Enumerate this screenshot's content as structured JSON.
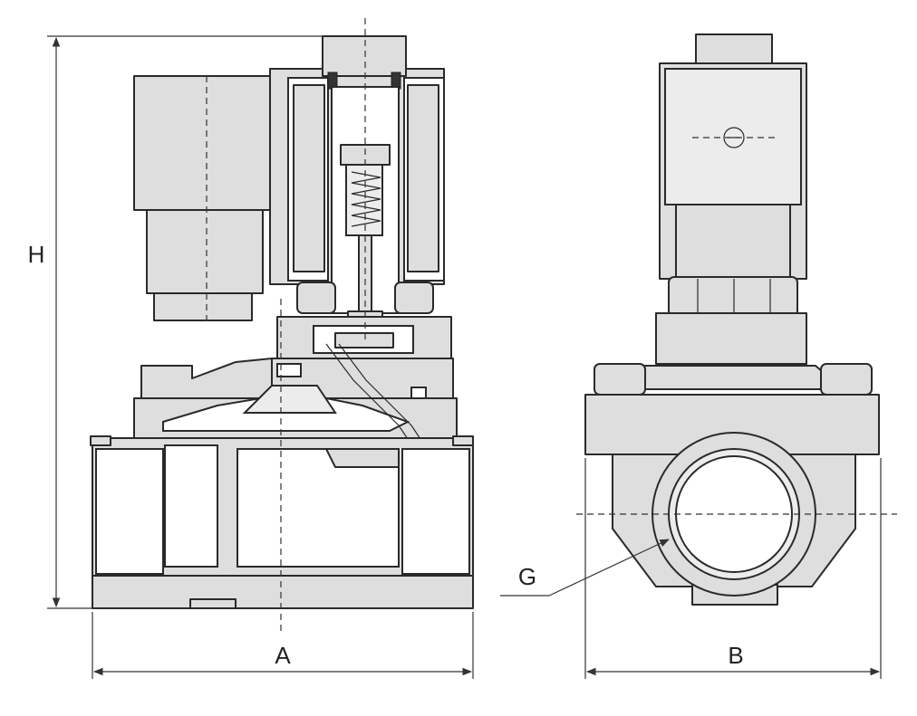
{
  "dimensions": {
    "a": "A",
    "b": "B",
    "h": "H",
    "g": "G"
  },
  "colors": {
    "body_fill": "#dedede",
    "outline": "#2a2a2a",
    "background": "#ffffff"
  }
}
